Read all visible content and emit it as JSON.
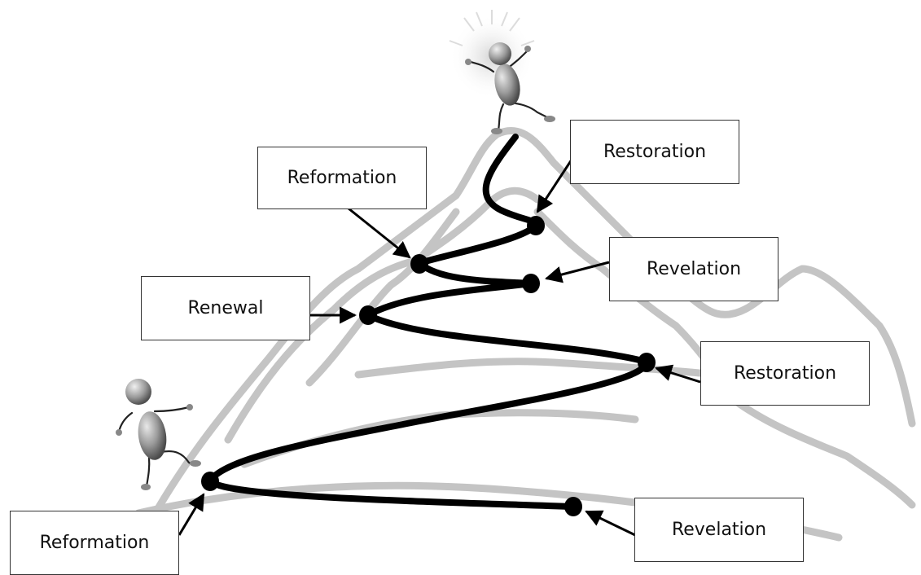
{
  "labels": {
    "reformation_top": "Reformation",
    "restoration_top": "Restoration",
    "revelation_mid": "Revelation",
    "renewal": "Renewal",
    "restoration_right": "Restoration",
    "reformation_bottom": "Reformation",
    "revelation_bottom": "Revelation"
  },
  "colors": {
    "path": "#000000",
    "mountain": "#c4c4c4",
    "figure": "#8a8a8a",
    "glow": "#d8d8d8"
  },
  "icons": {
    "climber_bottom": "climbing-stick-figure",
    "climber_top": "celebrating-stick-figure"
  }
}
